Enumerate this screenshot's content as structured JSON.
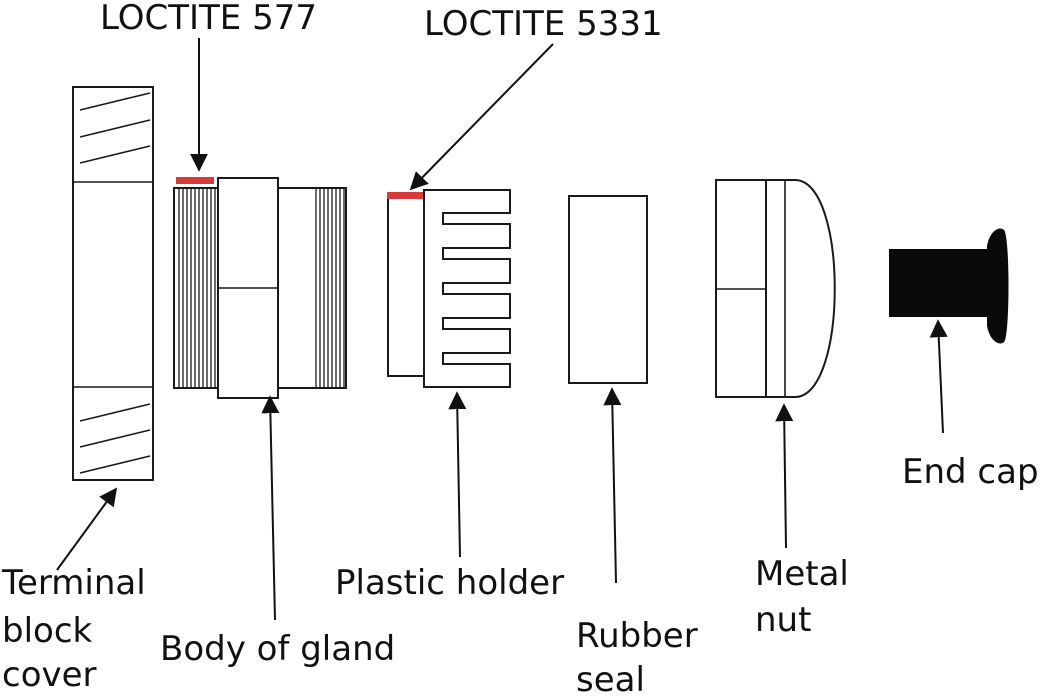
{
  "colors": {
    "outline": "#1a1a1a",
    "loctite_mark": "#d83a3a",
    "end_cap_fill": "#0a0a0a",
    "background": "#ffffff"
  },
  "callouts": {
    "loctite_577": "LOCTITE 577",
    "loctite_5331": "LOCTITE 5331"
  },
  "parts": {
    "terminal_block_cover": [
      "Terminal",
      "block",
      "cover"
    ],
    "body_of_gland": "Body of gland",
    "plastic_holder": "Plastic holder",
    "rubber_seal": [
      "Rubber",
      "seal"
    ],
    "metal_nut": [
      "Metal",
      "nut"
    ],
    "end_cap": "End cap"
  }
}
